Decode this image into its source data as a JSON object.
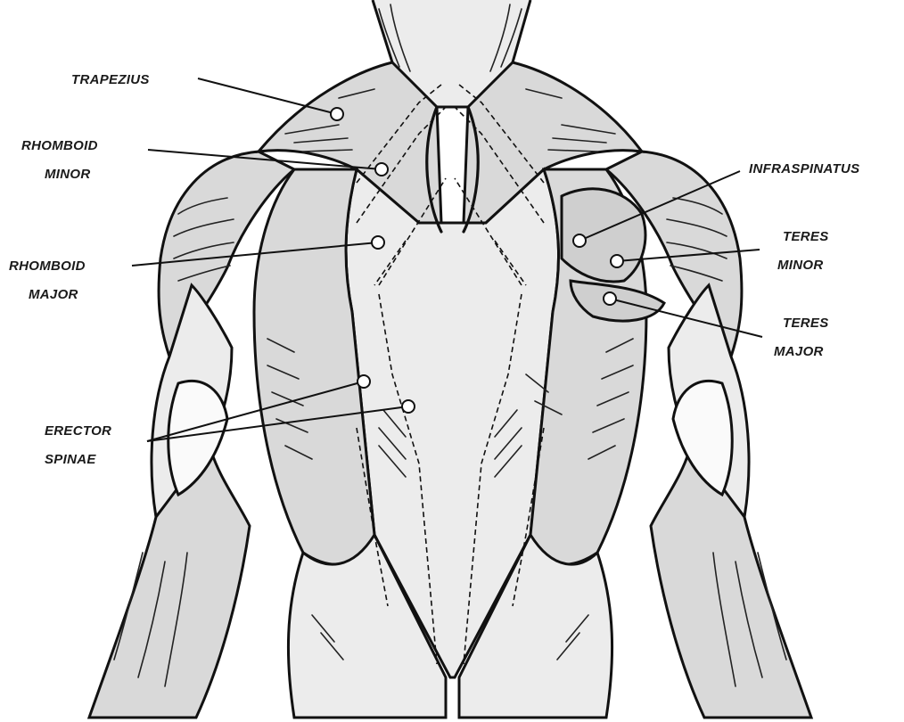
{
  "labels": {
    "trapezius": "TRAPEZIUS",
    "rhomboid_minor_1": "RHOMBOID",
    "rhomboid_minor_2": "MINOR",
    "rhomboid_major_1": "RHOMBOID",
    "rhomboid_major_2": "MAJOR",
    "erector_spinae_1": "ERECTOR",
    "erector_spinae_2": "SPINAE",
    "infraspinatus": "INFRASPINATUS",
    "teres_minor_1": "TERES",
    "teres_minor_2": "MINOR",
    "teres_major_1": "TERES",
    "teres_major_2": "MAJOR"
  },
  "colors": {
    "ink": "#111111",
    "muscle_fill": "#d9d9d9",
    "background": "#ffffff"
  }
}
